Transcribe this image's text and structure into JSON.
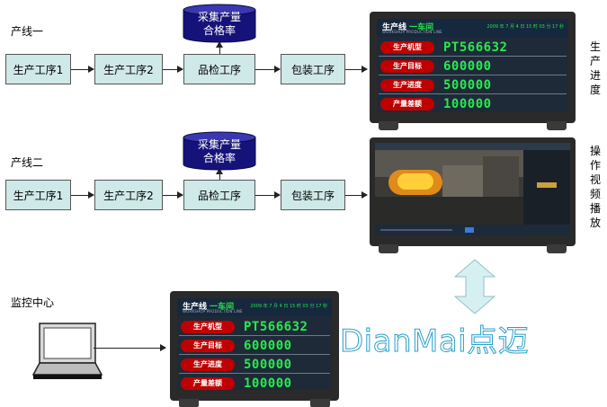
{
  "line1": {
    "label": "产线一",
    "steps": [
      "生产工序1",
      "生产工序2",
      "品检工序",
      "包装工序"
    ],
    "db_line1": "采集产量",
    "db_line2": "合格率",
    "side_label": "生产进度"
  },
  "line2": {
    "label": "产线二",
    "steps": [
      "生产工序1",
      "生产工序2",
      "品检工序",
      "包装工序"
    ],
    "db_line1": "采集产量",
    "db_line2": "合格率",
    "side_label": "操作视频播放"
  },
  "monitor_center": {
    "label": "监控中心"
  },
  "board": {
    "title": "生产线",
    "subtitle": "一车间",
    "en_subtitle": "WORKSHOP PRODUCTION LINE",
    "time": "2009 年 7 月 4 日 15 时 03 分 17 秒",
    "rows": [
      {
        "key": "生产机型",
        "value": "PT566632"
      },
      {
        "key": "生产目标",
        "value": "600000"
      },
      {
        "key": "生产进度",
        "value": "500000"
      },
      {
        "key": "产量差额",
        "value": "100000"
      }
    ]
  },
  "logo": {
    "text": "DianMai点迈"
  },
  "colors": {
    "process_fill": "#cfe8e8",
    "db_fill": "#15137a",
    "value_green": "#2ae84f",
    "key_red": "#c00000"
  }
}
